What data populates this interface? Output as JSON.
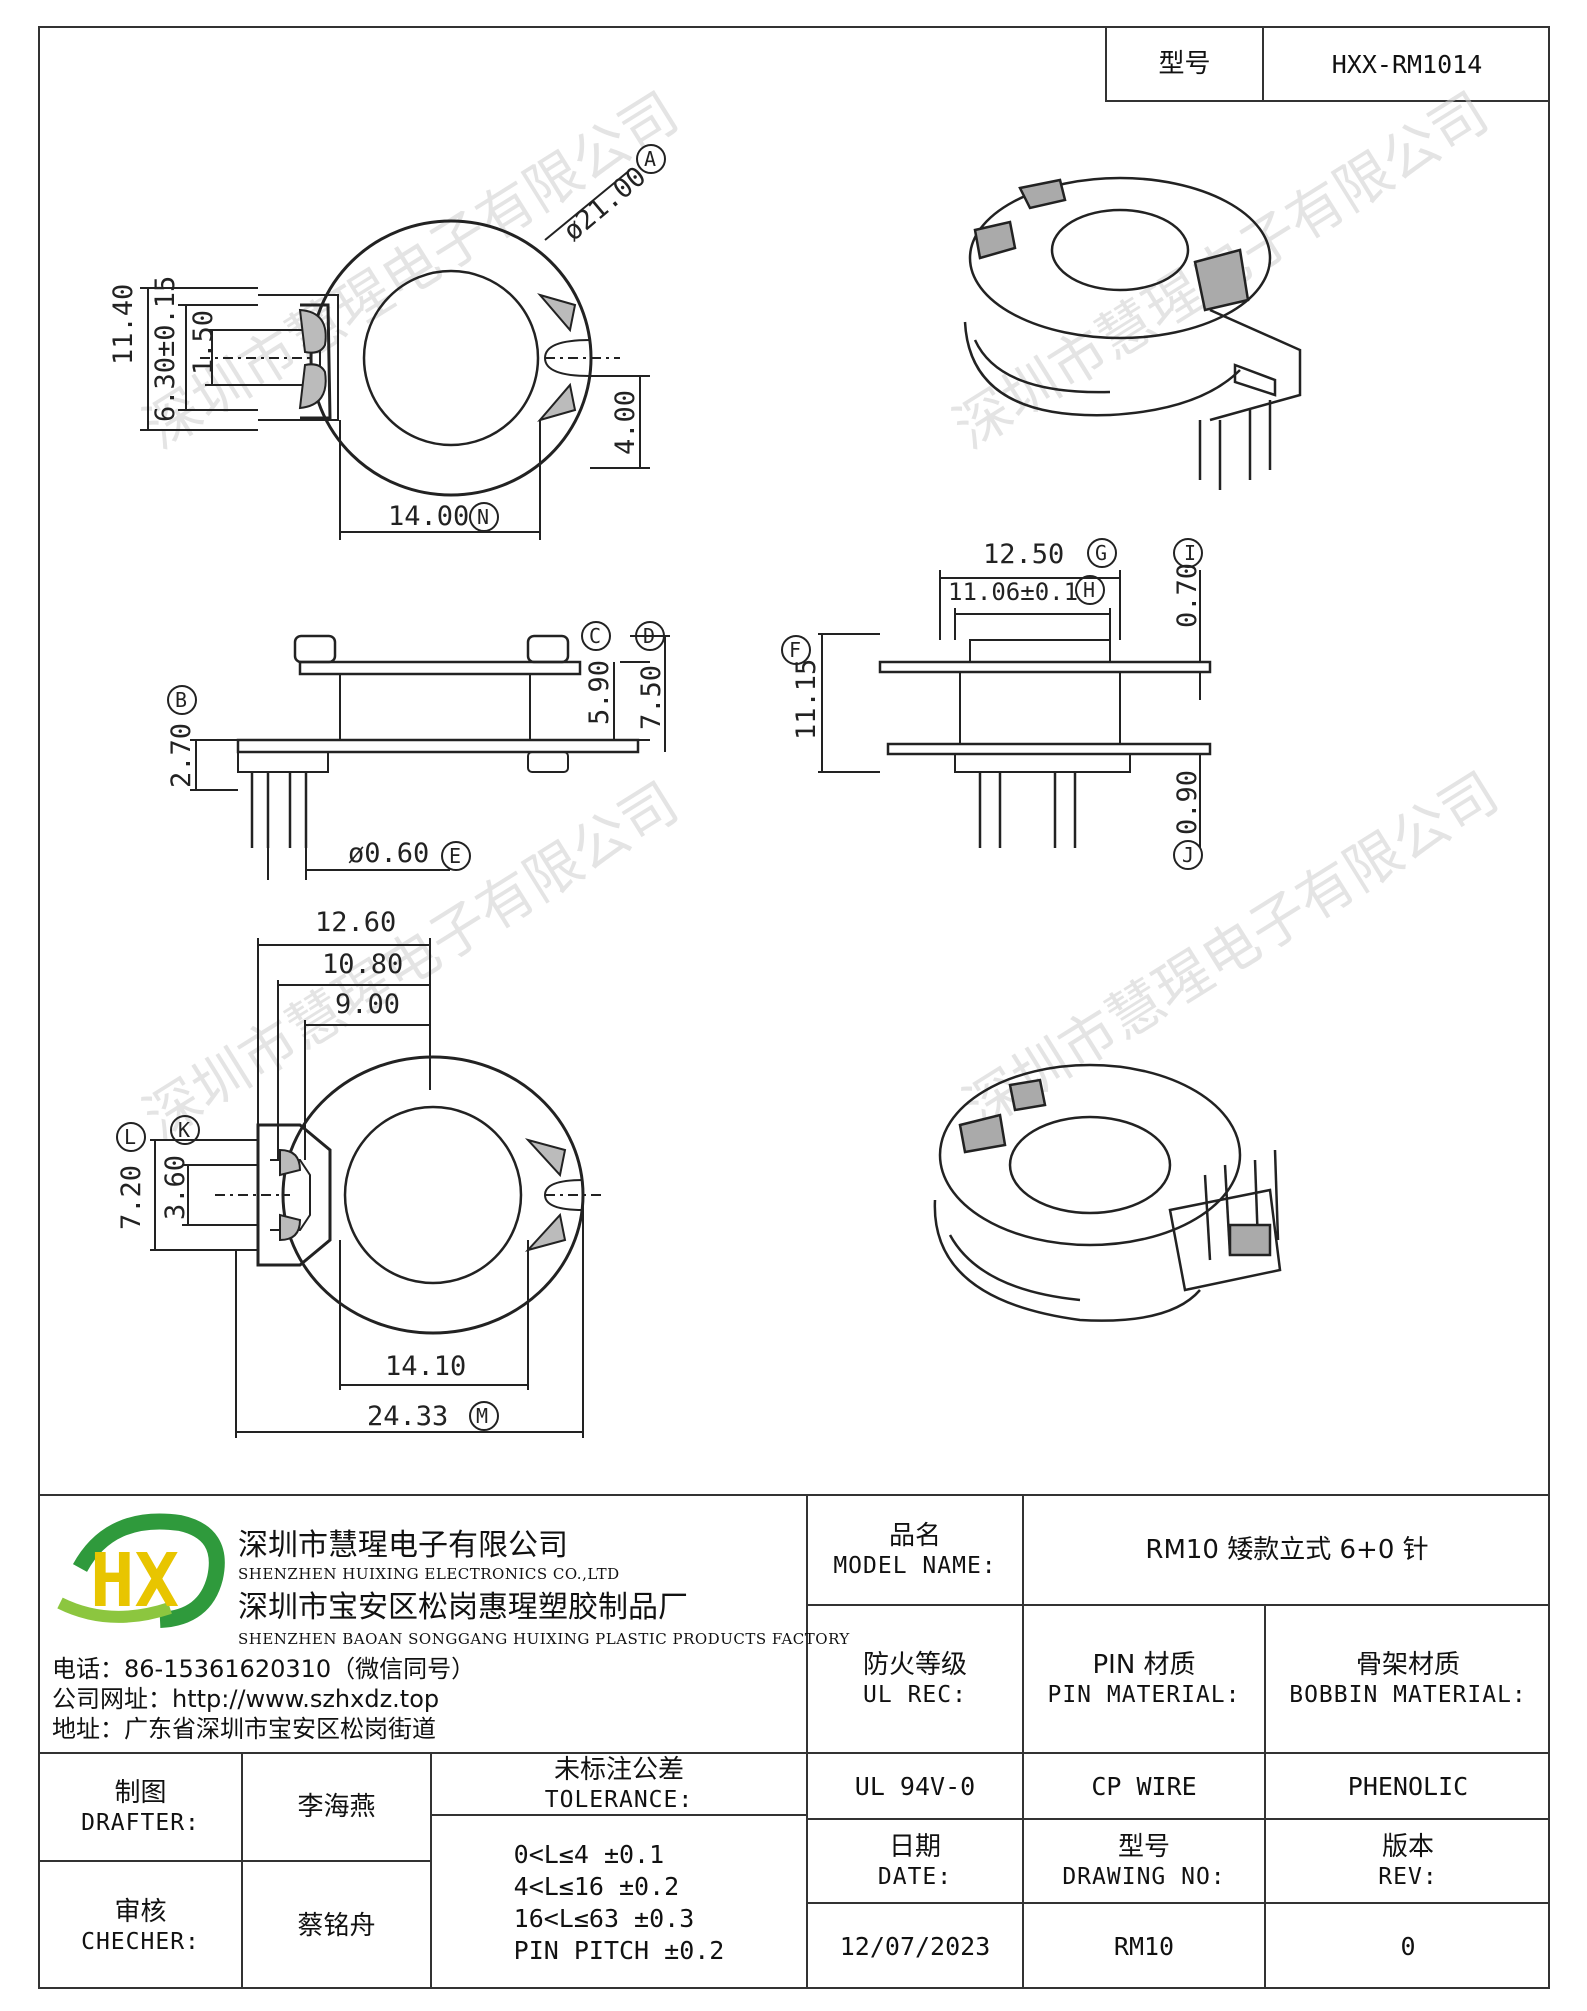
{
  "header": {
    "model_label": "型号",
    "model_value": "HXX-RM1014"
  },
  "watermark": "深圳市慧瑆电子有限公司",
  "drawing": {
    "dims": {
      "dia_21": "ø21.00",
      "A": "A",
      "d_11_40": "11.40",
      "d_6_30": "6.30±0.15",
      "d_1_50": "1.50",
      "d_4_00": "4.00",
      "d_14_00": "14.00",
      "N": "N",
      "B": "B",
      "d_2_70": "2.70",
      "C": "C",
      "D": "D",
      "d_5_90": "5.90",
      "d_7_50": "7.50",
      "dia_0_60": "ø0.60",
      "E": "E",
      "d_12_50": "12.50",
      "G": "G",
      "d_11_06": "11.06±0.1",
      "H": "H",
      "I": "I",
      "d_0_70": "0.70",
      "F": "F",
      "d_11_15": "11.15",
      "d_0_90": "0.90",
      "J": "J",
      "d_12_60": "12.60",
      "d_10_80": "10.80",
      "d_9_00": "9.00",
      "L": "L",
      "K": "K",
      "d_7_20": "7.20",
      "d_3_60": "3.60",
      "d_14_10": "14.10",
      "d_24_33": "24.33",
      "M": "M"
    }
  },
  "company": {
    "name_cn": "深圳市慧瑆电子有限公司",
    "name_en": "SHENZHEN HUIXING ELECTRONICS CO.,LTD",
    "factory_cn": "深圳市宝安区松岗惠瑆塑胶制品厂",
    "factory_en": "SHENZHEN BAOAN SONGGANG HUIXING PLASTIC PRODUCTS FACTORY",
    "phone": "电话：86-15361620310（微信同号）",
    "website": "公司网址：http://www.szhxdz.top",
    "address": "地址：广东省深圳市宝安区松岗街道",
    "logo_text": "HX",
    "colors": {
      "logo_green": "#2f9a3c",
      "logo_yellow": "#e8c500",
      "logo_lime": "#8cc63f"
    }
  },
  "table": {
    "model_name_cn": "品名",
    "model_name_en": "MODEL NAME:",
    "model_name_value": "RM10 矮款立式 6+0 针",
    "ul_cn": "防火等级",
    "ul_en": "UL REC:",
    "ul_value": "UL 94V-0",
    "pin_cn": "PIN 材质",
    "pin_en": "PIN MATERIAL:",
    "pin_value": "CP WIRE",
    "bobbin_cn": "骨架材质",
    "bobbin_en": "BOBBIN MATERIAL:",
    "bobbin_value": "PHENOLIC",
    "drafter_cn": "制图",
    "drafter_en": "DRAFTER:",
    "drafter_value": "李海燕",
    "checker_cn": "审核",
    "checker_en": "CHECHER:",
    "checker_value": "蔡铭舟",
    "tolerance_cn": "未标注公差",
    "tolerance_en": "TOLERANCE:",
    "tolerance_rows": [
      "0<L≤4   ±0.1",
      "4<L≤16  ±0.2",
      "16<L≤63  ±0.3",
      "PIN PITCH ±0.2"
    ],
    "date_cn": "日期",
    "date_en": "DATE:",
    "date_value": "12/07/2023",
    "drawing_no_cn": "型号",
    "drawing_no_en": "DRAWING NO:",
    "drawing_no_value": "RM10",
    "rev_cn": "版本",
    "rev_en": "REV:",
    "rev_value": "0"
  }
}
